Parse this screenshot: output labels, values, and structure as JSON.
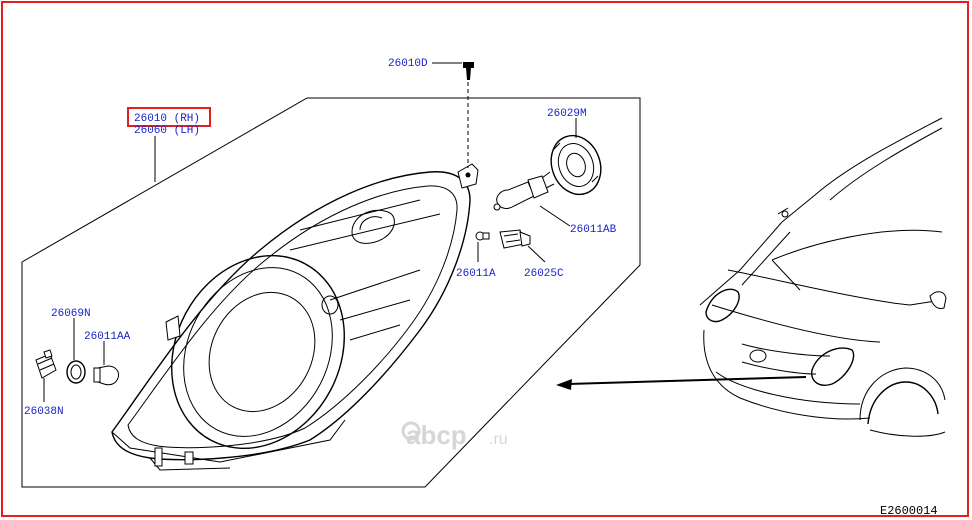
{
  "colors": {
    "border": "#e0201c",
    "highlight_box": "#e0201c",
    "label": "#1a24c8",
    "line": "#000000",
    "watermark": "#d6d6d6"
  },
  "parts": {
    "headlamp_rh": "26010 (RH)",
    "headlamp_lh": "26060 (LH)",
    "screw": "26010D",
    "bulb_socket_cap": "26029M",
    "main_bulb": "26011AB",
    "side_bulb": "26011A",
    "side_socket": "26025C",
    "small_socket": "26069N",
    "small_bulb": "26011AA",
    "lamp_socket": "26038N"
  },
  "watermark": {
    "brand": "abcp",
    "tld": ".ru"
  },
  "diagram_code": "E2600014",
  "icons": {
    "watermark_logo": "abcp-logo-icon",
    "car": "car-front-icon",
    "headlamp": "headlamp-icon"
  }
}
